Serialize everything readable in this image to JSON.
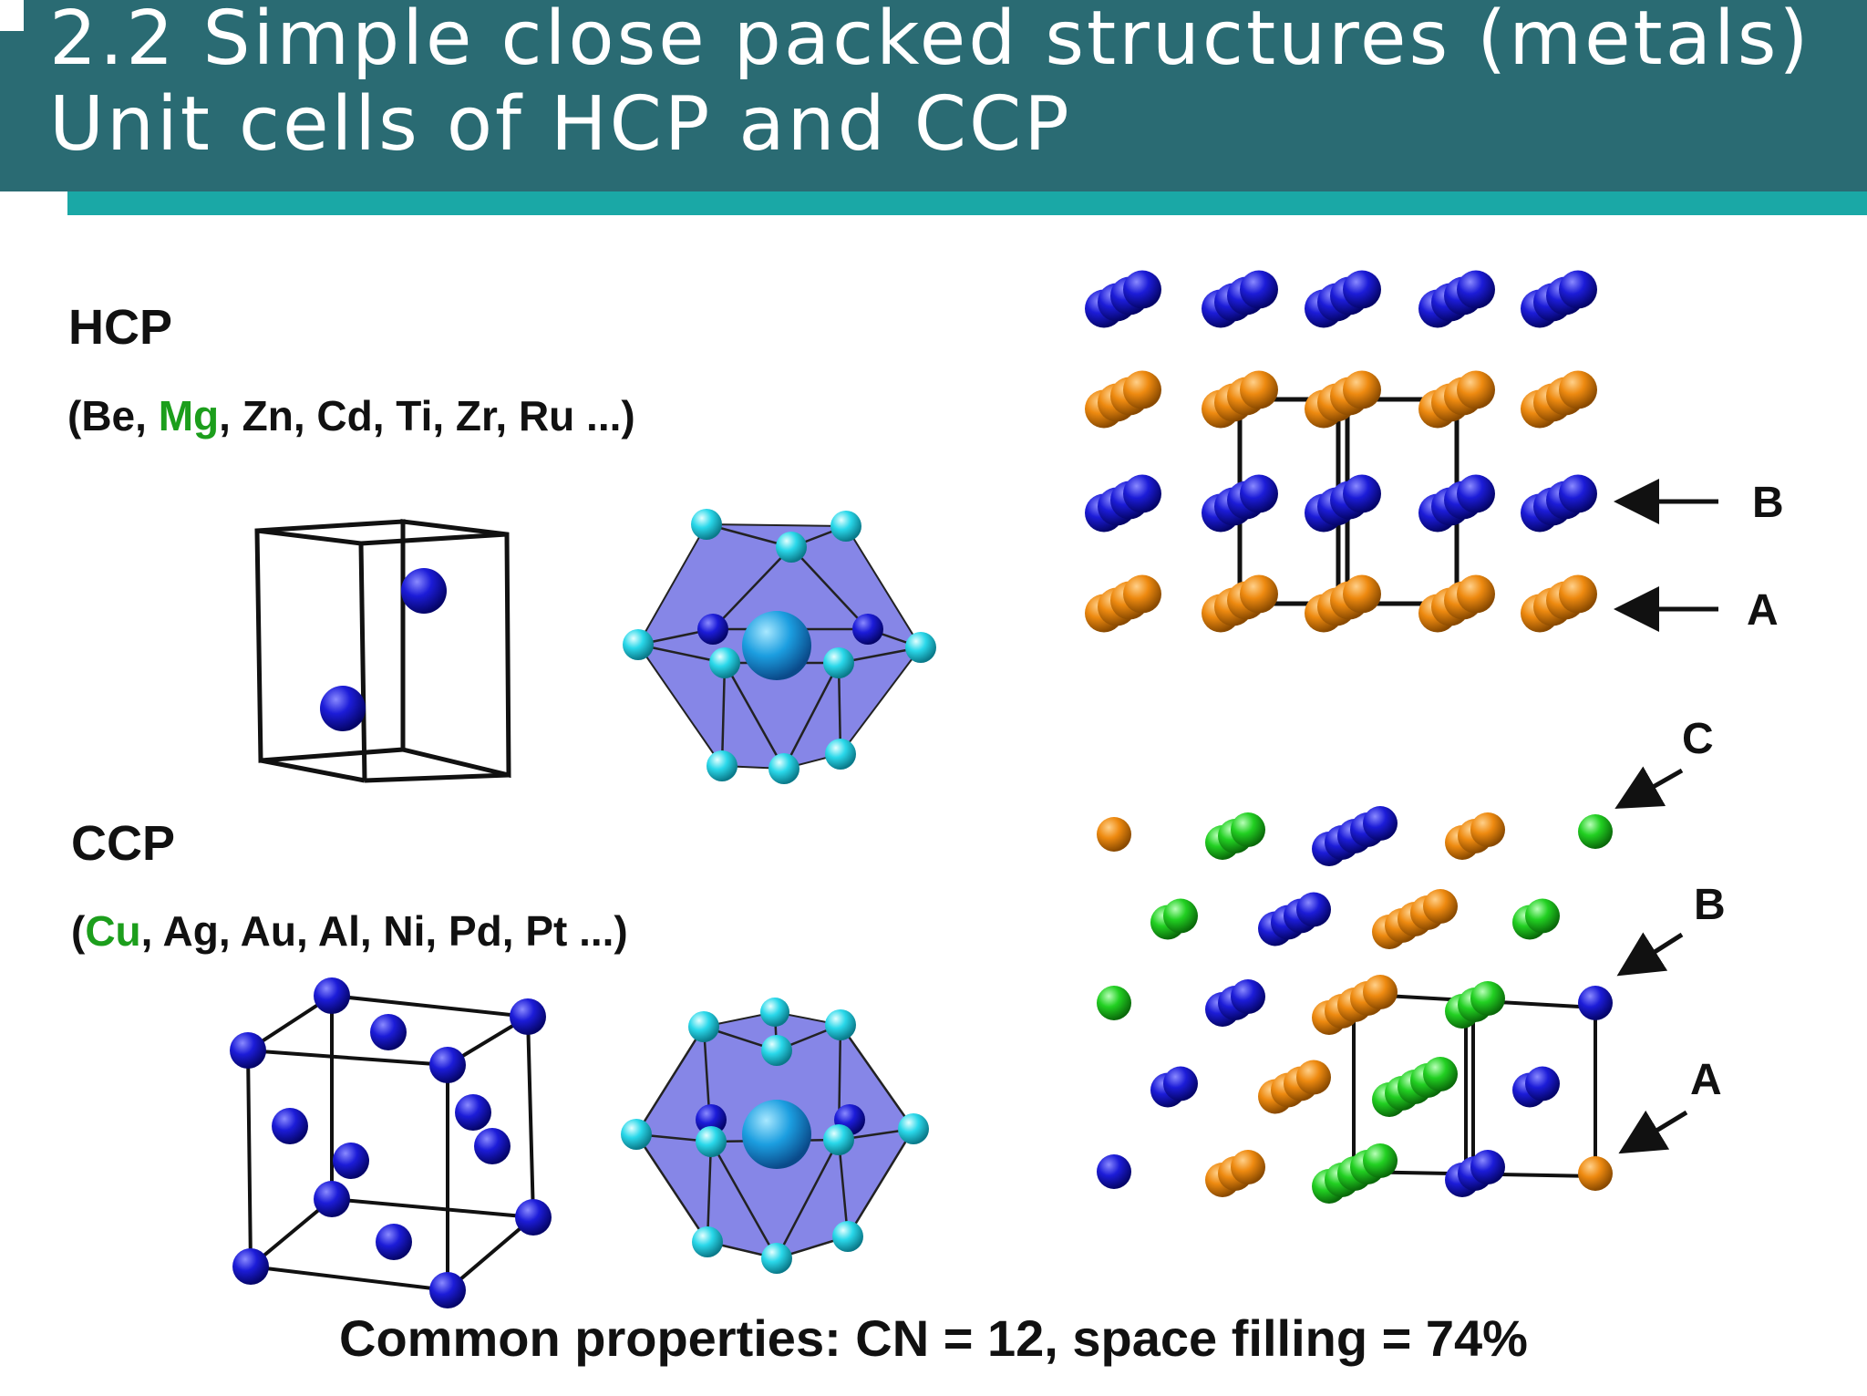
{
  "title": {
    "line1": "2.2 Simple close packed structures (metals)",
    "line2": "Unit cells of HCP and CCP"
  },
  "hcp": {
    "heading": "HCP",
    "elements_open": "(Be, ",
    "elements_highlight": "Mg",
    "elements_rest": ", Zn, Cd, Ti, Zr, Ru ...)",
    "layer_labels": [
      "B",
      "A"
    ]
  },
  "ccp": {
    "heading": "CCP",
    "elements_open": "(",
    "elements_highlight": "Cu",
    "elements_rest": ", Ag, Au, Al, Ni, Pd, Pt ...)",
    "layer_labels": [
      "C",
      "B",
      "A"
    ]
  },
  "footer": "Common properties: CN = 12, space filling = 74%",
  "colors": {
    "title_bar": "#2a6b73",
    "title_accent": "#1aa8a6",
    "atom_blue": "#1414c8",
    "atom_orange": "#ef8c0c",
    "atom_green": "#22cc22",
    "atom_cyan": "#27d8e8",
    "polyhedron_fill": "#6a6ae6",
    "highlight_text": "#1c9e1c"
  }
}
